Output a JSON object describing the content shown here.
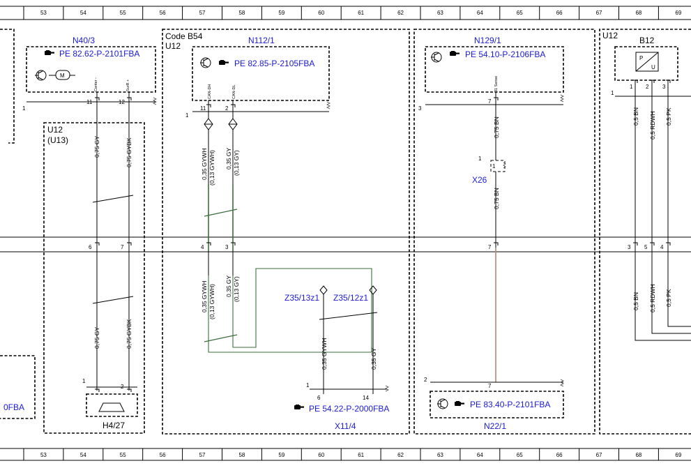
{
  "ruler": [
    "53",
    "54",
    "55",
    "56",
    "57",
    "58",
    "59",
    "60",
    "61",
    "62",
    "63",
    "64",
    "65",
    "66",
    "67",
    "68",
    "69"
  ],
  "components": {
    "n40_3": "N40/3",
    "n112_1": "N112/1",
    "n129_1": "N129/1",
    "b12": "B12",
    "u12_left": "U12",
    "u13_left": "(U13)",
    "code_b54": "Code B54",
    "u12_mid": "U12",
    "u12_right": "U12",
    "x26": "X26",
    "z35_13z1": "Z35/13z1",
    "z35_12z1": "Z35/12z1",
    "h4_27": "H4/27",
    "x11_4": "X11/4",
    "n22_1": "N22/1"
  },
  "refs": {
    "n40_3": "PE 82.62-P-2101FBA",
    "n112_1": "PE 82.85-P-2105FBA",
    "n129_1": "PE 54.10-P-2106FBA",
    "x11_4": "PE 54.22-P-2000FBA",
    "n22_1": "PE 83.40-P-2101FBA",
    "left_cut": "0FBA"
  },
  "pin_labels": {
    "n40_center": "Center -",
    "n40_surr": "SurR +",
    "n112_canh": "CAN-DH",
    "n112_canl": "CAN-DL",
    "n129_sense": "31 Sense",
    "b12_p": "P",
    "b12_u": "U",
    "motor": "M"
  },
  "pins": {
    "n40_11": "11",
    "n40_12": "12",
    "n40_1": "1",
    "n112_11": "11",
    "n112_2": "2",
    "n112_1": "1",
    "n129_7": "7",
    "n129_3": "3",
    "b12_1": "1",
    "b12_2": "2",
    "b12_3": "3",
    "b12_box1": "1",
    "sep_6": "6",
    "sep_7a": "7",
    "sep_4a": "4",
    "sep_3a": "3",
    "sep_7b": "7",
    "sep_3b": "3",
    "sep_5": "5",
    "sep_4b": "4",
    "x26_1": "1",
    "x26_in": "1",
    "h4_1": "1",
    "h4_2": "2",
    "x11_6": "6",
    "x11_14": "14",
    "x11_1": "1",
    "n22_7": "7",
    "n22_2": "2"
  },
  "wires": {
    "gy_075": "0,75 GY",
    "gybk_075": "0,75 GYBK",
    "gywh_035": "0,35 GYWH",
    "gywh_013": "(0,13 GYWH)",
    "gy_035": "0,35 GY",
    "gy_013": "(0,13 GY)",
    "bn_075": "0,75 BN",
    "bn_05": "0,5 BN",
    "rdwh_05": "0,5 RDWH",
    "pk_05": "0,5 PK"
  },
  "colors": {
    "ink": "#000000",
    "link": "#1a1ad6",
    "green_wire": "#3c6e3c",
    "brown_wire": "#a88a78"
  }
}
